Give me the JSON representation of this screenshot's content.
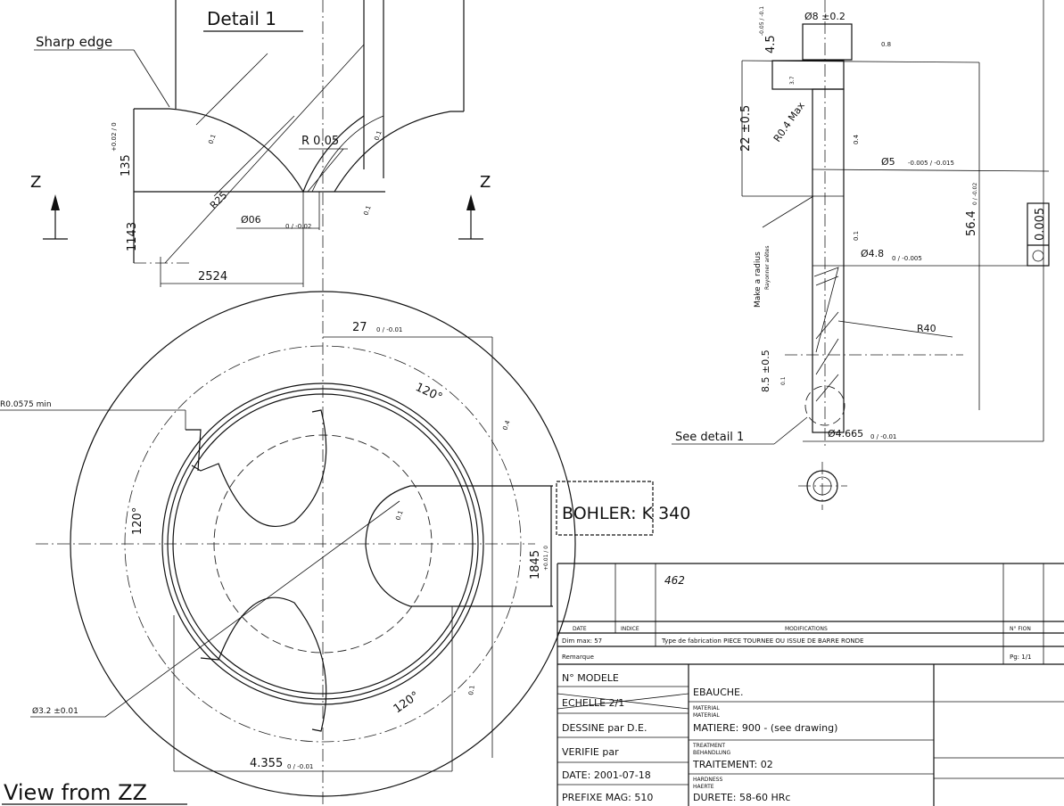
{
  "detail_view": {
    "title": "Detail 1",
    "sharp_edge": "Sharp edge",
    "r_005": "R 0.05",
    "r25": "R25",
    "dim_135": "135",
    "dim_135_tol": "+0.02 / 0",
    "dim_1143": "1143",
    "dim_2524": "2524",
    "dia_006": "Ø06",
    "dia_006_tol": "0 / -0.02",
    "rough_a": "0.1",
    "rough_b": "0.1",
    "rough_c": "0.1",
    "z_left": "Z",
    "z_right": "Z"
  },
  "front_view": {
    "title": "View from ZZ",
    "r_min": "R0.0575 min",
    "angle_top": "120°",
    "angle_left": "120°",
    "angle_bottom": "120°",
    "dim_27": "27",
    "dim_27_tol": "0 / -0.01",
    "dim_1845": "1845",
    "dim_1845_tol": "+0.01 / 0",
    "dim_4355": "4.355",
    "dim_4355_tol": "0 / -0.01",
    "dia_32": "Ø3.2 ±0.01",
    "rough_a": "0.4",
    "rough_b": "0.1",
    "rough_c": "0.1"
  },
  "material_box": "BOHLER: K 340",
  "shaft_view": {
    "dia_8": "Ø8 ±0.2",
    "dim_45": "4.5",
    "dim_45_tol": "-0.05 / -0.1",
    "rough_08": "0.8",
    "rough_37": "3.7",
    "dim_22": "22 ±0.5",
    "r04": "R0.4 Max",
    "rough_04": "0.4",
    "dia_5": "Ø5",
    "dia_5_tol": "-0.005 / -0.015",
    "dim_564": "56.4",
    "dim_564_tol": "0 / -0.02",
    "concentricity": "0.005",
    "make_radius": "Make a radius",
    "make_radius_fr": "Rayonner arêtes",
    "rough_01": "0.1",
    "dia_48": "Ø4.8",
    "dia_48_tol": "0 / -0.005",
    "r40": "R40",
    "dim_85": "8.5 ±0.5",
    "rough_01b": "0.1",
    "see_detail": "See detail 1",
    "dia_4665": "Ø4.665",
    "dia_4665_tol": "0 / -0.01"
  },
  "title_block": {
    "handwritten": "462",
    "headers": {
      "date": "DATE",
      "indice": "INDICE",
      "modifications": "MODIFICATIONS",
      "n_fion": "N° FION"
    },
    "dim_max": "Dim max: 57",
    "type_fab": "Type de fabrication  PIECE TOURNEE OU ISSUE DE BARRE RONDE",
    "remarque": "Remarque",
    "page": "Pg: 1/1",
    "n_modele": "N° MODELE",
    "echelle": "ECHELLE  2/1",
    "dessine": "DESSINE par  D.E.",
    "verifie": "VERIFIE par",
    "date": "DATE:  2001-07-18",
    "prefixe": "PREFIXE MAG:  510",
    "ebauche": "EBAUCHE.",
    "material_en": "MATERIAL",
    "material_de": "MATERIAL",
    "matiere": "MATIERE:  900 - (see drawing)",
    "treatment_en": "TREATMENT",
    "treatment_de": "BEHANDLUNG",
    "traitement": "TRAITEMENT:  02",
    "hardness_en": "HARDNESS",
    "hardness_de": "HAERTE",
    "durete": "DURETE:  58-60 HRc"
  }
}
